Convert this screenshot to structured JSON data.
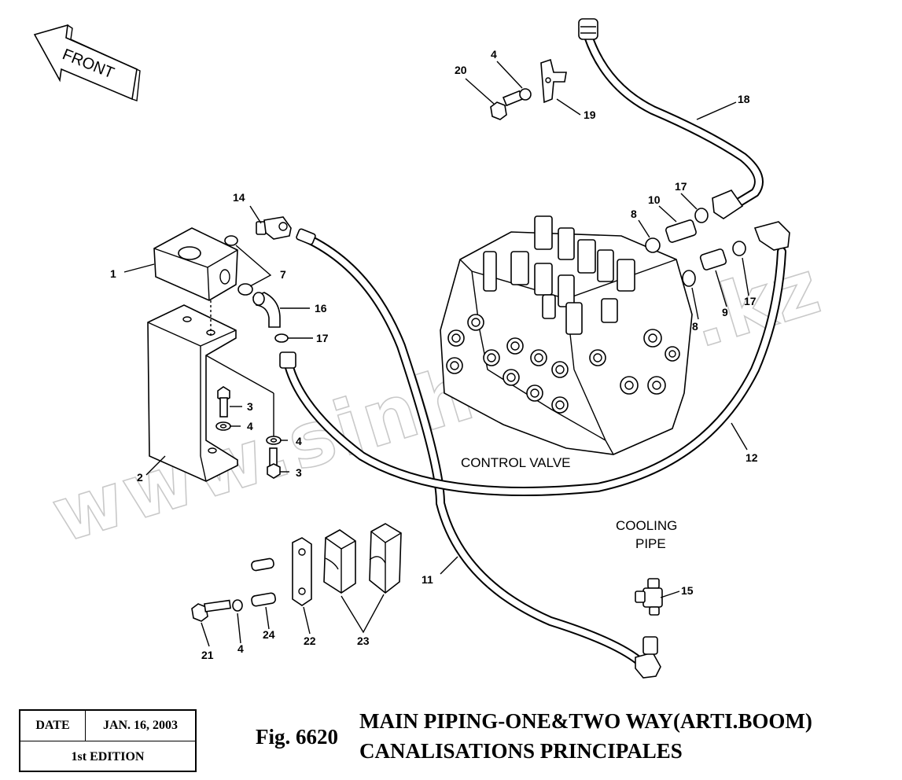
{
  "figure": {
    "number": "Fig. 6620",
    "title_en": "MAIN PIPING-ONE&TWO WAY(ARTI.BOOM)",
    "title_fr": "CANALISATIONS PRINCIPALES"
  },
  "info_box": {
    "date_label": "DATE",
    "date_value": "JAN. 16, 2003",
    "edition": "1st EDITION"
  },
  "direction_arrow": "FRONT",
  "annotations": {
    "control_valve": "CONTROL VALVE",
    "cooling_pipe_line1": "COOLING",
    "cooling_pipe_line2": "PIPE"
  },
  "watermark": "www.sinhro.co.kz",
  "callouts": {
    "c1": "1",
    "c2": "2",
    "c3a": "3",
    "c3b": "3",
    "c4a": "4",
    "c4b": "4",
    "c4c": "4",
    "c4d": "4",
    "c7": "7",
    "c8a": "8",
    "c8b": "8",
    "c9": "9",
    "c10": "10",
    "c11": "11",
    "c12": "12",
    "c14": "14",
    "c15": "15",
    "c16": "16",
    "c17a": "17",
    "c17b": "17",
    "c17c": "17",
    "c18": "18",
    "c19": "19",
    "c20": "20",
    "c21": "21",
    "c22": "22",
    "c23": "23",
    "c24": "24"
  }
}
